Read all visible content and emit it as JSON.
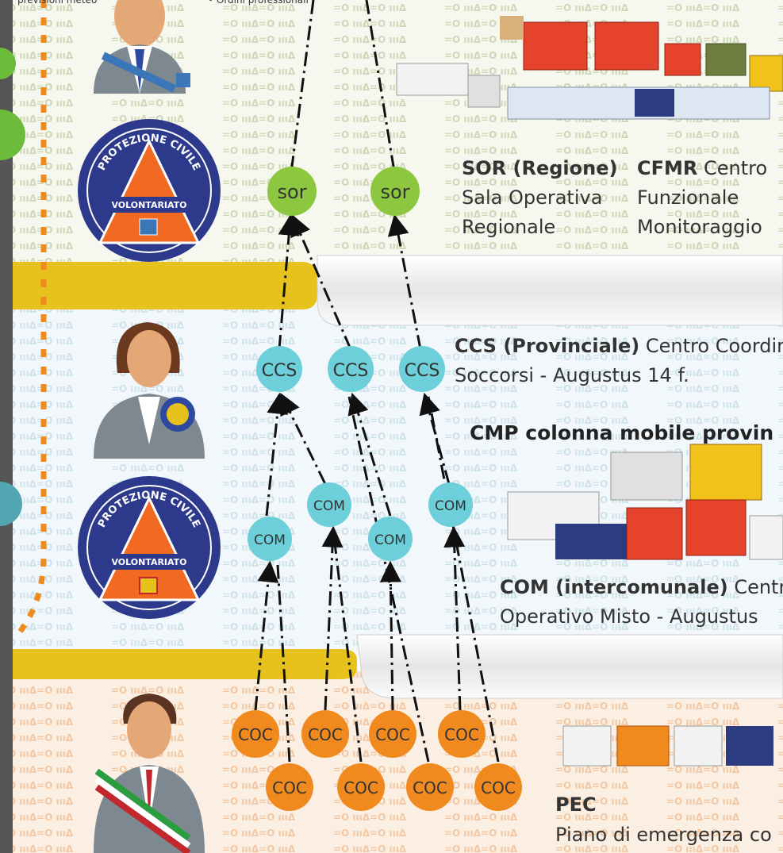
{
  "top_cut": {
    "left": "previsioni meteo",
    "mid": "• Ordini professionali"
  },
  "badges": {
    "line1": "PROTEZIONE CIVILE",
    "line2": "VOLONTARIATO"
  },
  "regional": {
    "sor_a": "sor",
    "sor_b": "sor",
    "sor_title": "SOR (Regione)",
    "sor_line2": "Sala Operativa",
    "sor_line3": "Regionale",
    "cfmr_bold": "CFMR",
    "cfmr_rest": " Centro",
    "cfmr_line2": "Funzionale",
    "cfmr_line3": "Monitoraggio"
  },
  "provincial": {
    "ccs": [
      "CCS",
      "CCS",
      "CCS"
    ],
    "ccs_bold": "CCS (Provinciale)",
    "ccs_rest": " Centro Coordin",
    "ccs_line2": "Soccorsi - Augustus 14 f.",
    "cmp_title": "CMP colonna mobile provin",
    "com": [
      "COM",
      "COM",
      "COM",
      "COM"
    ],
    "com_bold": "COM (intercomunale)",
    "com_rest": " Centr",
    "com_line2": "Operativo Misto - Augustus"
  },
  "municipal": {
    "coc_top": [
      "COC",
      "COC",
      "COC",
      "COC"
    ],
    "coc_bottom": [
      "COC",
      "COC",
      "COC",
      "COC"
    ],
    "pec_title": "PEC",
    "pec_line2": "Piano di emergenza co"
  },
  "colors": {
    "sor": "#8dc63f",
    "ccs": "#6ccfd9",
    "coc": "#f18a1e",
    "badge_blue": "#2d3a8c",
    "badge_orange": "#f26a21",
    "band": "#e8c21c",
    "dots": "#f08a1c"
  }
}
